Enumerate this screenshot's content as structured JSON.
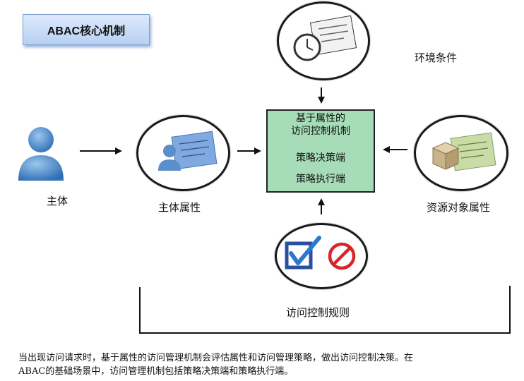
{
  "title": "ABAC核心机制",
  "center": {
    "line1": "基于属性的",
    "line2": "访问控制机制",
    "pdp": "策略决策端",
    "pep": "策略执行端"
  },
  "labels": {
    "subject": "主体",
    "subject_attributes": "主体属性",
    "environment": "环境条件",
    "resource_attributes": "资源对象属性",
    "rules": "访问控制规则"
  },
  "footer": {
    "line1": "当出现访问请求时，基于属性的访问管理机制会评估属性和访问管理策略，做出访问控制决策。在",
    "line2": "ABAC的基础场景中，访问管理机制包括策略决策端和策略执行端。"
  }
}
